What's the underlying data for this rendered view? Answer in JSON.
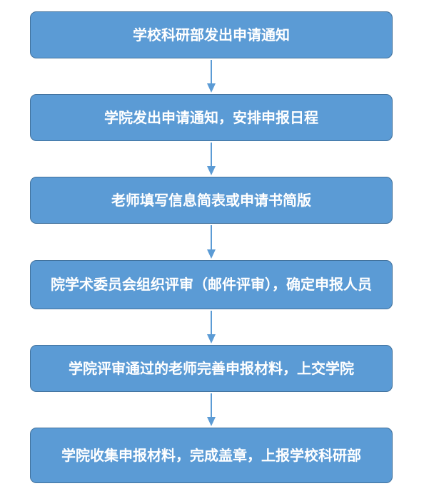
{
  "flowchart": {
    "steps": [
      {
        "text": "学校科研部发出申请通知"
      },
      {
        "text": "学院发出申请通知，安排申报日程"
      },
      {
        "text": "老师填写信息简表或申请书简版"
      },
      {
        "text": "院学术委员会组织评审（邮件评审），确定申报人员"
      },
      {
        "text": "学院评审通过的老师完善申报材料，上交学院"
      },
      {
        "text": "学院收集申报材料，完成盖章，上报学校科研部"
      }
    ]
  },
  "colors": {
    "box_fill": "#5b9bd5",
    "box_border": "#41719c",
    "text": "#ffffff",
    "arrow": "#5b9bd5"
  }
}
